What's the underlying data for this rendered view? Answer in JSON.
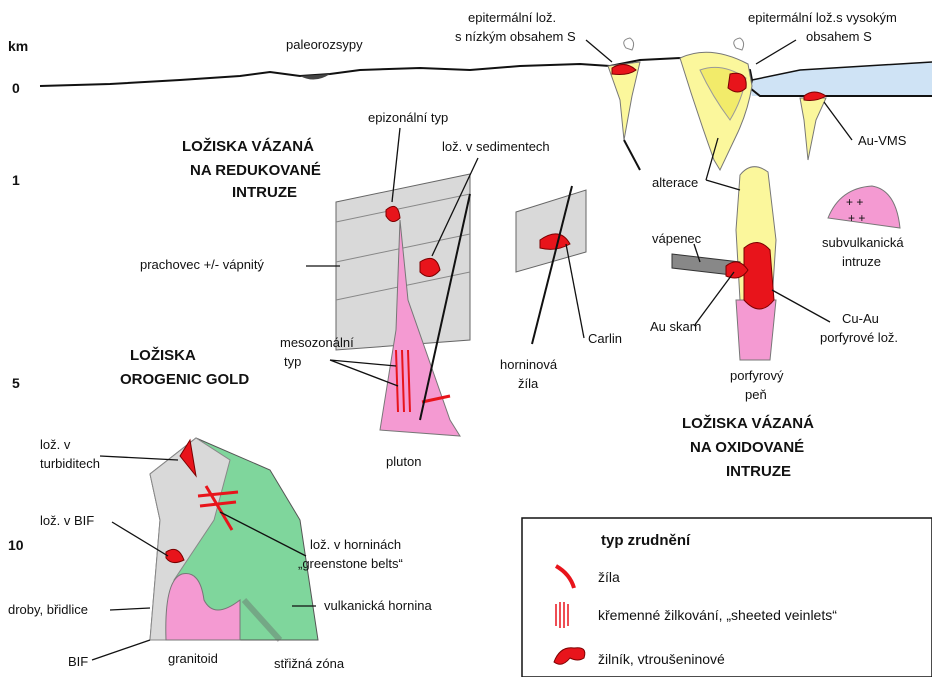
{
  "depth_axis": {
    "unit": "km",
    "ticks": [
      "0",
      "1",
      "5",
      "10"
    ]
  },
  "headings": {
    "reduced": [
      "LOŽISKA  VÁZANÁ",
      "NA REDUKOVANÉ",
      "INTRUZE"
    ],
    "orogenic": [
      "LOŽISKA",
      "OROGENIC GOLD"
    ],
    "oxidized": [
      "LOŽISKA VÁZANÁ",
      "NA OXIDOVANÉ",
      "INTRUZE"
    ]
  },
  "labels": {
    "paleorozsypy": "paleorozsypy",
    "epi_low": [
      "epitermální lož.",
      "s nízkým obsahem S"
    ],
    "epi_high": [
      "epitermální lož.s vysokým",
      "obsahem S"
    ],
    "au_vms": "Au-VMS",
    "alterace": "alterace",
    "vapenec": "vápenec",
    "subvulkanicka": [
      "subvulkanická",
      "intruze"
    ],
    "au_skarn": "Au skarn",
    "cu_au": [
      "Cu-Au",
      "porfyrové lož."
    ],
    "porfyrovy": [
      "porfyrový",
      "peň"
    ],
    "epizonalni": "epizonální typ",
    "loz_sediment": "lož. v sedimentech",
    "prachovec": "prachovec +/- vápnitý",
    "mesozonalni": [
      "mesozonální",
      "typ"
    ],
    "pluton": "pluton",
    "horninova": [
      "horninová",
      "žíla"
    ],
    "carlin": "Carlin",
    "turbidit": [
      "lož. v",
      "turbiditech"
    ],
    "bif_dep": "lož. v BIF",
    "greenstone": [
      "lož. v horninách",
      "„greenstone belts“"
    ],
    "vulkanicka": "vulkanická hornina",
    "droby": "droby, břidlice",
    "bif": "BIF",
    "granitoid": "granitoid",
    "strizna": "střižná zóna"
  },
  "legend": {
    "title": "typ zrudnění",
    "items": [
      "žíla",
      "křemenné žilkování, „sheeted veinlets“",
      "žilník, vtroušeninové"
    ]
  },
  "colors": {
    "ore_red": "#e8141b",
    "pink": "#f49ad2",
    "yellow": "#fbf79c",
    "green": "#7fd69c",
    "gray": "#d9d9d9",
    "water": "#cfe3f5"
  }
}
